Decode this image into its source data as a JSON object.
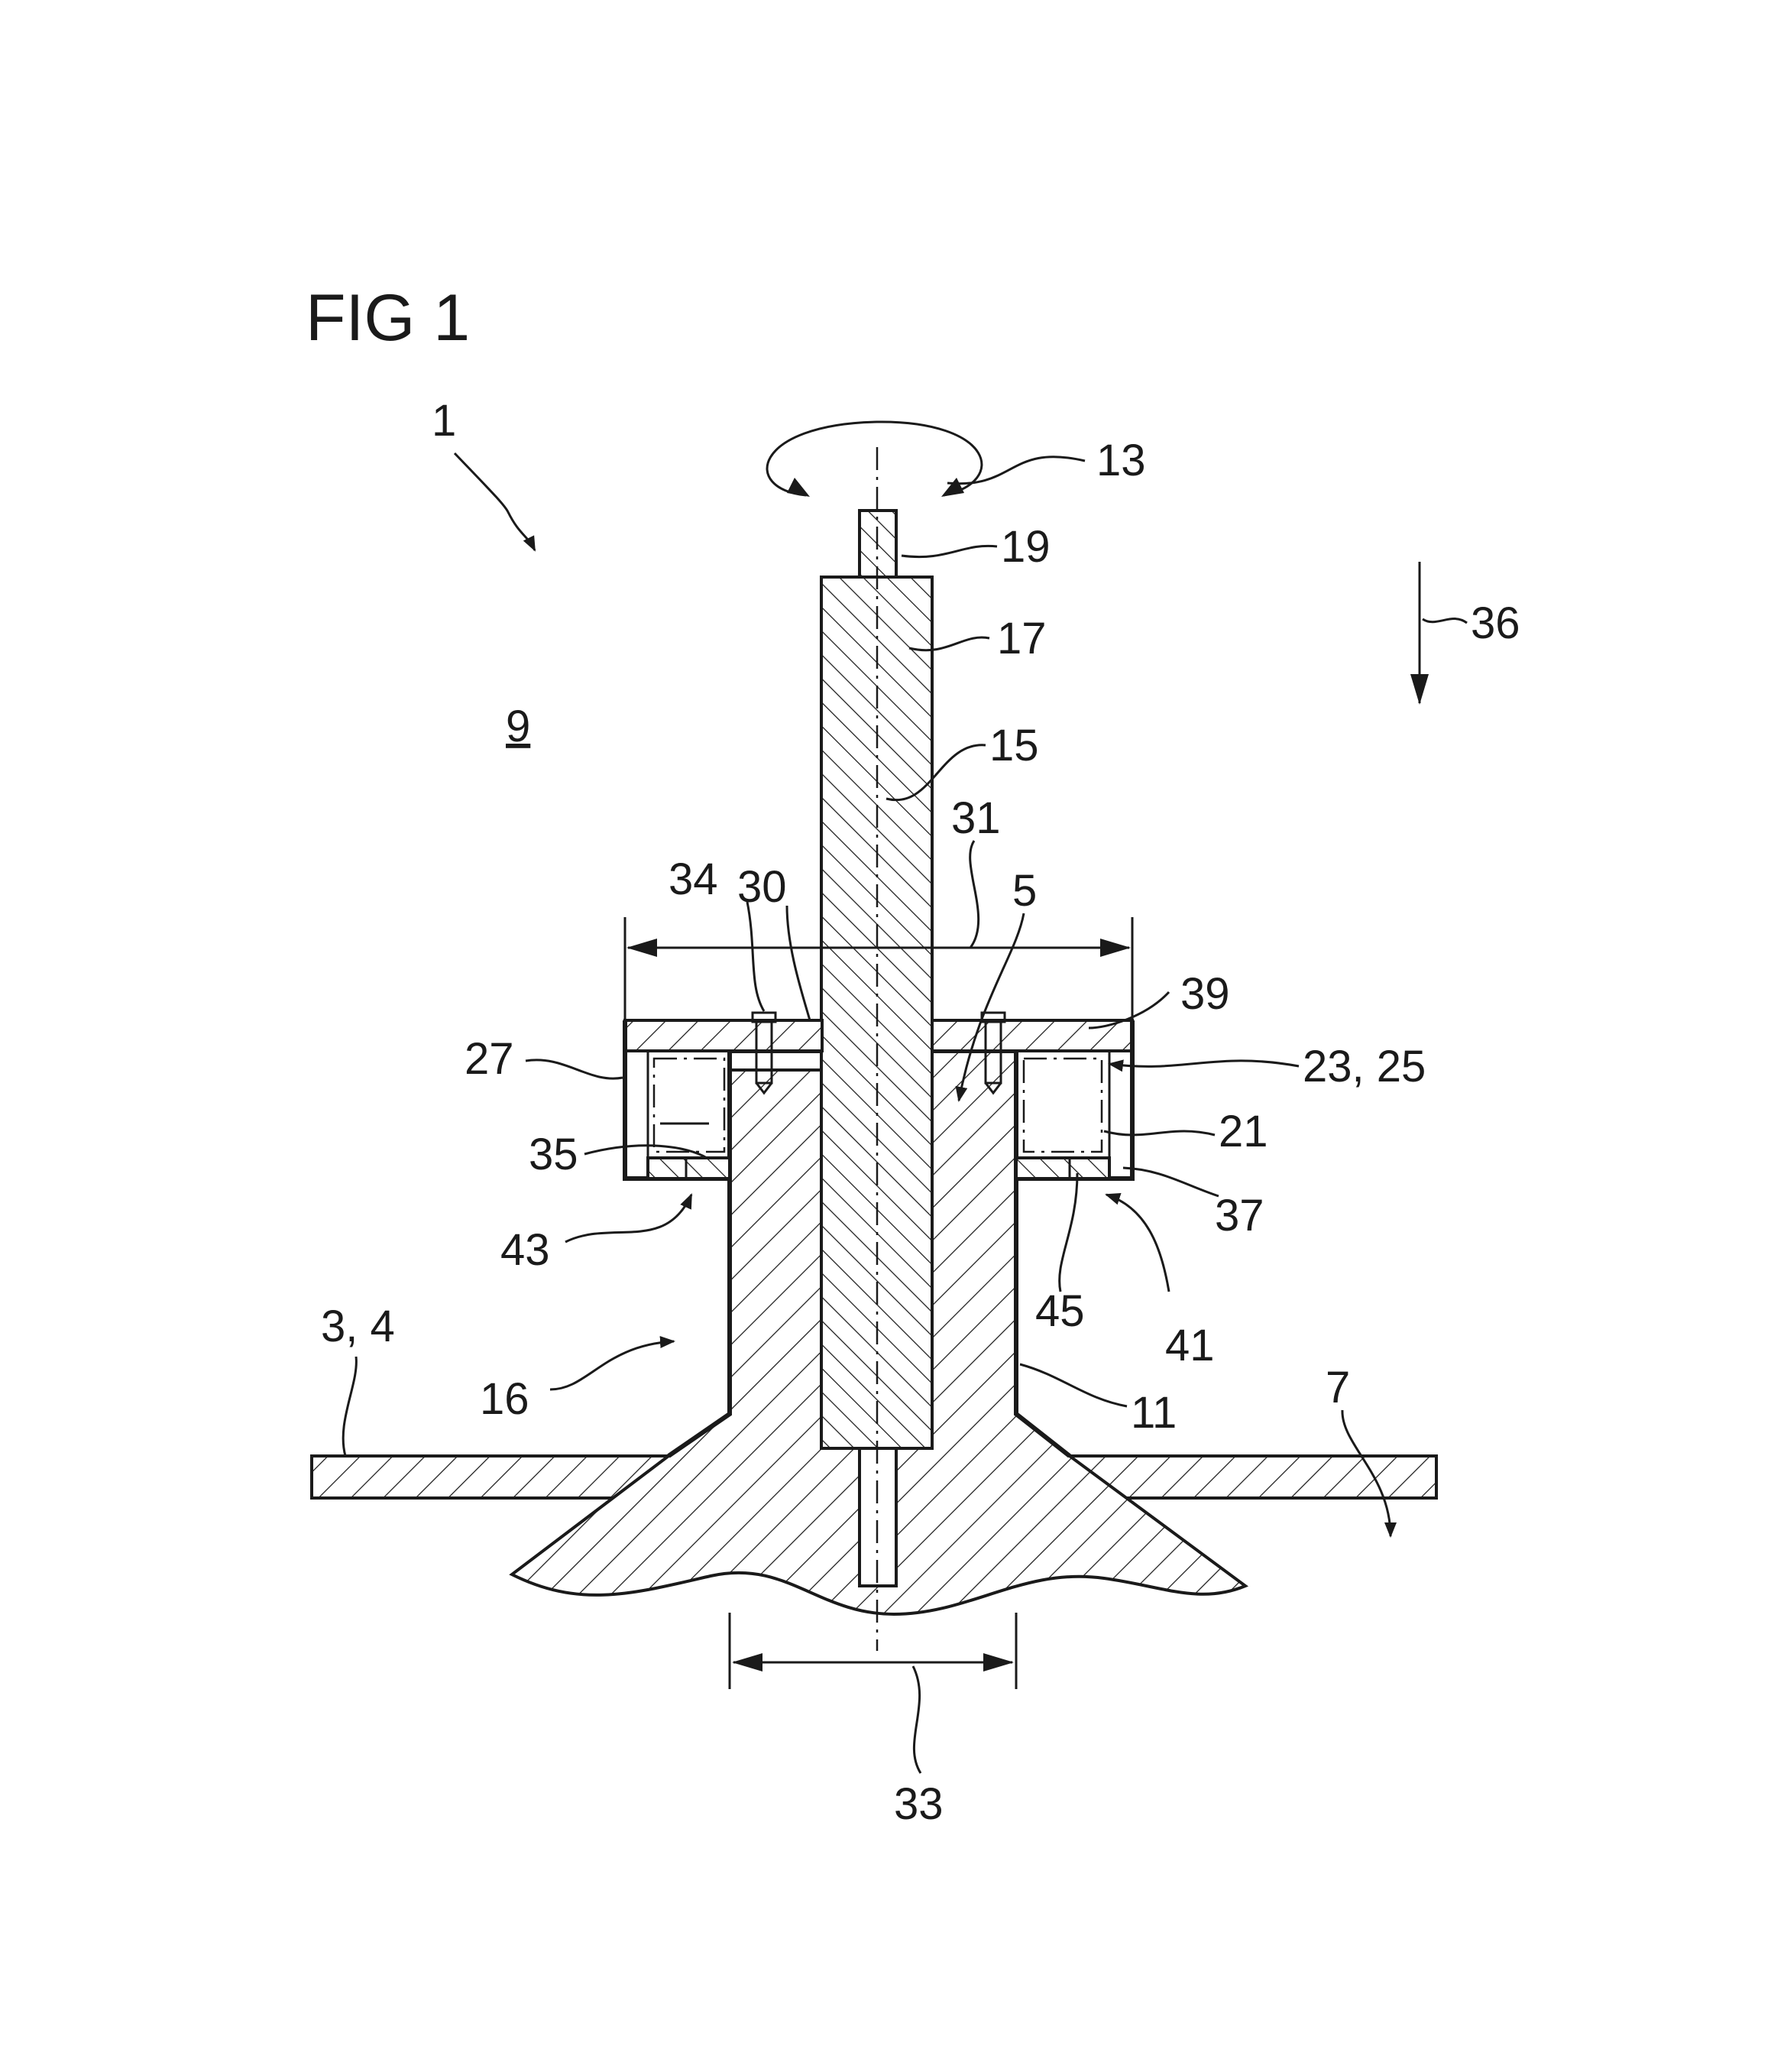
{
  "figure": {
    "title": "FIG 1",
    "labels": [
      {
        "key": "1",
        "text": "1"
      },
      {
        "key": "13",
        "text": "13"
      },
      {
        "key": "19",
        "text": "19"
      },
      {
        "key": "17",
        "text": "17"
      },
      {
        "key": "36",
        "text": "36"
      },
      {
        "key": "9",
        "text": "9"
      },
      {
        "key": "15",
        "text": "15"
      },
      {
        "key": "31",
        "text": "31"
      },
      {
        "key": "34",
        "text": "34"
      },
      {
        "key": "30",
        "text": "30"
      },
      {
        "key": "5",
        "text": "5"
      },
      {
        "key": "39",
        "text": "39"
      },
      {
        "key": "27",
        "text": "27"
      },
      {
        "key": "23_25",
        "text": "23, 25"
      },
      {
        "key": "21",
        "text": "21"
      },
      {
        "key": "35",
        "text": "35"
      },
      {
        "key": "37",
        "text": "37"
      },
      {
        "key": "43",
        "text": "43"
      },
      {
        "key": "45",
        "text": "45"
      },
      {
        "key": "41",
        "text": "41"
      },
      {
        "key": "3_4",
        "text": "3, 4"
      },
      {
        "key": "16",
        "text": "16"
      },
      {
        "key": "11",
        "text": "11"
      },
      {
        "key": "7",
        "text": "7"
      },
      {
        "key": "33",
        "text": "33"
      }
    ]
  }
}
